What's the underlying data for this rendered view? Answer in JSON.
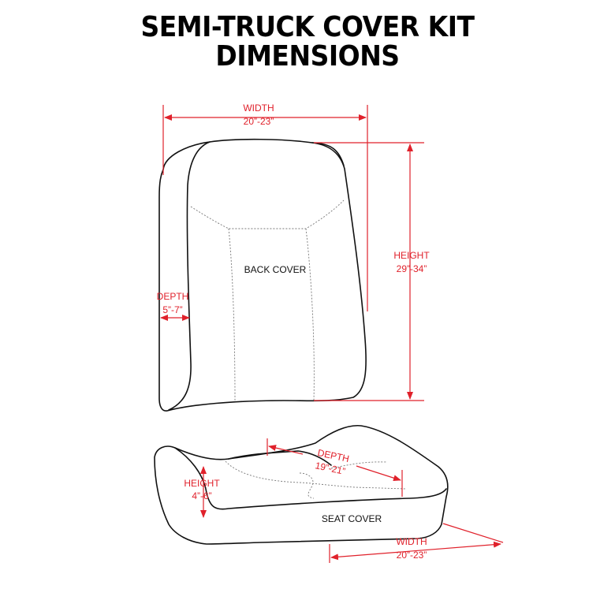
{
  "title": {
    "line1": "SEMI-TRUCK COVER KIT",
    "line2": "DIMENSIONS"
  },
  "colors": {
    "dimension": "#e0212b",
    "outline": "#111111"
  },
  "back_cover": {
    "label": "BACK COVER",
    "width": {
      "label": "WIDTH",
      "value": "20”-23”"
    },
    "height": {
      "label": "HEIGHT",
      "value": "29”-34”"
    },
    "depth": {
      "label": "DEPTH",
      "value": "5”-7”"
    }
  },
  "seat_cover": {
    "label": "SEAT COVER",
    "depth": {
      "label": "DEPTH",
      "value": "19”-21”"
    },
    "height": {
      "label": "HEIGHT",
      "value": "4”-6”"
    },
    "width": {
      "label": "WIDTH",
      "value": "20”-23”"
    }
  }
}
